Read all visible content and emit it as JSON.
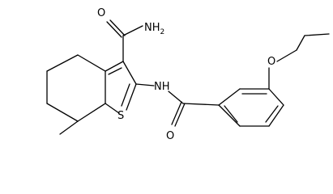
{
  "molecule": {
    "atom_labels": {
      "amide_n": "NH",
      "amide_n_sub": "2",
      "amide_o": "O",
      "sulfur": "S",
      "nh": "NH",
      "benzamide_o": "O",
      "ether_o": "O"
    },
    "colors": {
      "bond": "#000000",
      "label": "#000000",
      "background": "#ffffff"
    }
  }
}
